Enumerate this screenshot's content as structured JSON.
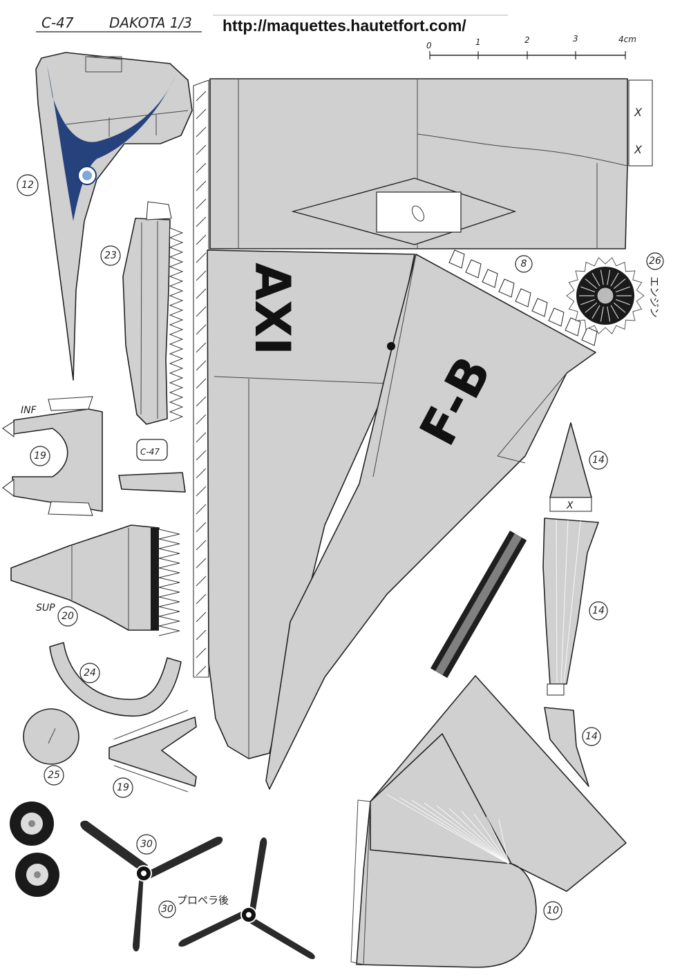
{
  "header": {
    "model_title": "C-47",
    "model_name": "DAKOTA 1/3",
    "url": "http://maquettes.hautetfort.com/"
  },
  "scale_bar": {
    "ticks": [
      "0",
      "1",
      "2",
      "3",
      "4cm"
    ]
  },
  "markings": {
    "fuselage_code": "AXI",
    "registration": "F-B",
    "cross_mark": "X",
    "dakota_badge": "C-47"
  },
  "labels": {
    "inf": "INF",
    "sup": "SUP",
    "engine_jp": "エンジン",
    "propeller_jp": "プロペラ後"
  },
  "part_numbers": {
    "p8": "8",
    "p10": "10",
    "p12": "12",
    "p14a": "14",
    "p14b": "14",
    "p14c": "14",
    "p19a": "19",
    "p19b": "19",
    "p20": "20",
    "p23": "23",
    "p24": "24",
    "p25": "25",
    "p26": "26",
    "p30a": "30",
    "p30b": "30"
  },
  "colors": {
    "paper_gray": "#d0d0d0",
    "outline": "#222222",
    "logo_blue": "#1b3a78",
    "tire_black": "#1a1a1a"
  }
}
